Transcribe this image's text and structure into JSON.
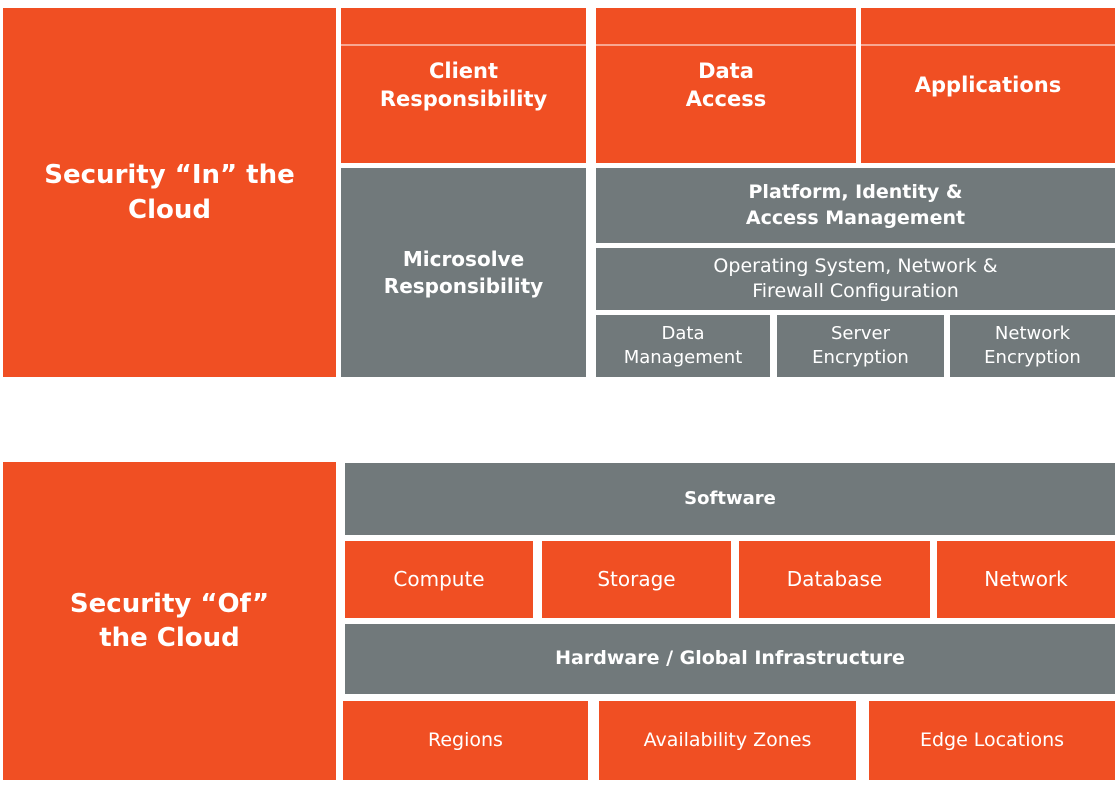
{
  "palette": {
    "orange": "#F04F23",
    "slate_gray": "#71797B",
    "label_text": "#FFFFFF",
    "background": "#FFFFFF",
    "strip_divider": "rgba(255,255,255,0.5)"
  },
  "top_section": {
    "side_title": "Security “In” the\nCloud",
    "client_responsibility": "Client\nResponsibility",
    "data_access": "Data\nAccess",
    "applications": "Applications",
    "microsolve_responsibility": "Microsolve\nResponsibility",
    "platform_identity_access": "Platform, Identity &\nAccess Management",
    "os_network_firewall": "Operating System, Network &\nFirewall Configuration",
    "data_management": "Data\nManagement",
    "server_encryption": "Server\nEncryption",
    "network_encryption": "Network\nEncryption"
  },
  "bottom_section": {
    "side_title": "Security “Of”\nthe Cloud",
    "software": "Software",
    "compute": "Compute",
    "storage": "Storage",
    "database": "Database",
    "network": "Network",
    "hardware_global_infrastructure": "Hardware / Global Infrastructure",
    "regions": "Regions",
    "availability_zones": "Availability Zones",
    "edge_locations": "Edge Locations"
  }
}
